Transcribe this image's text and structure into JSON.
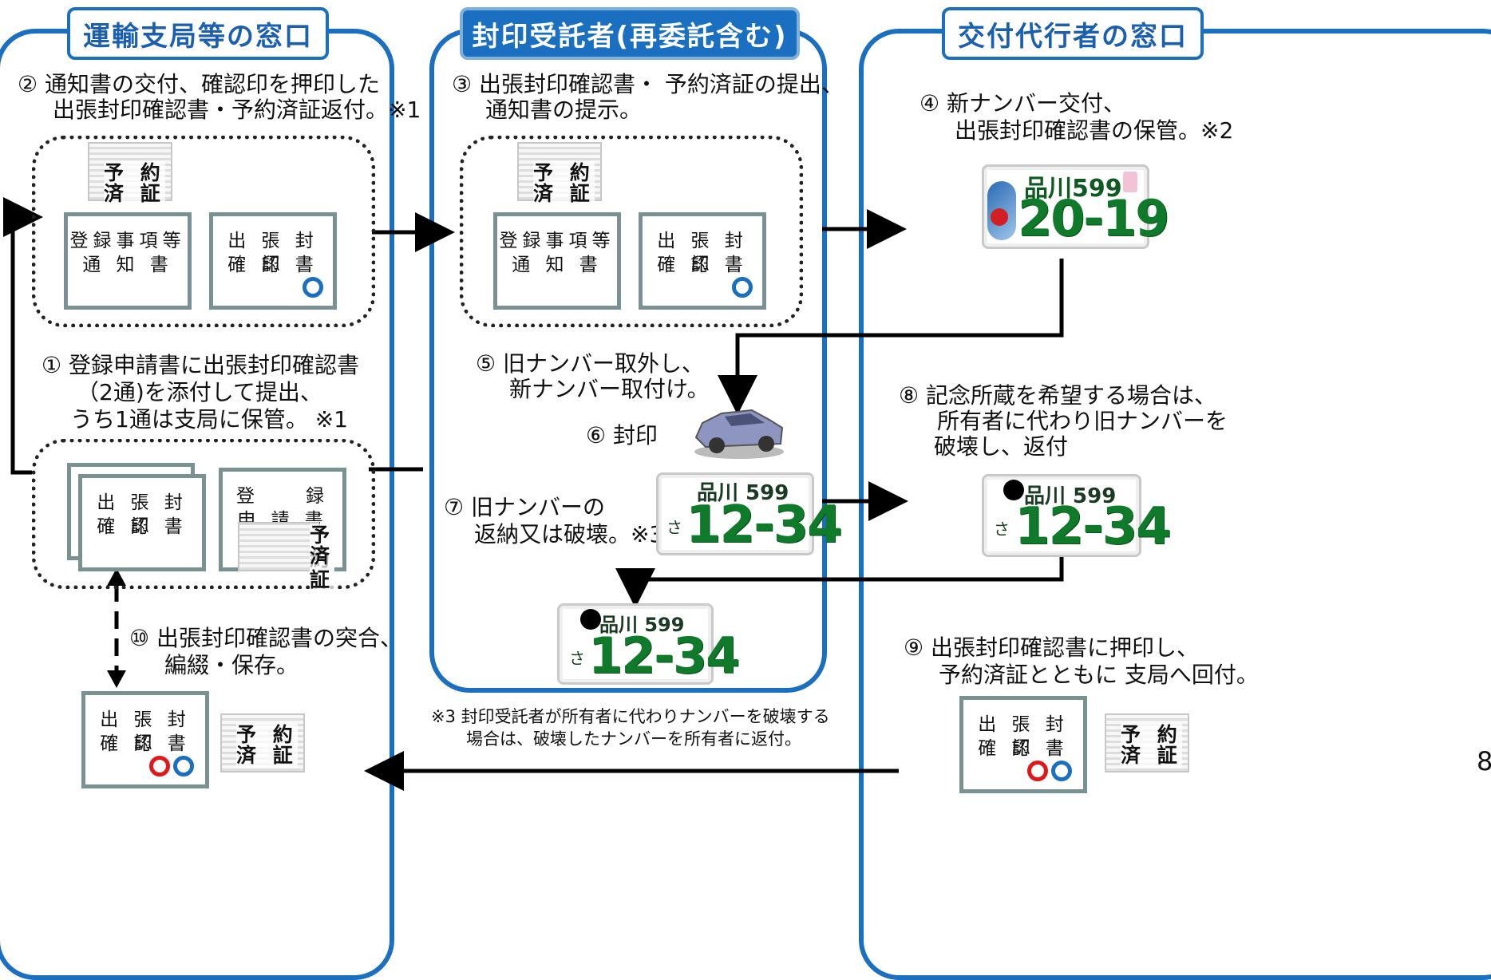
{
  "panels": {
    "left": {
      "title": "運輸支局等の窓口"
    },
    "center": {
      "title": "封印受託者(再委託含む)"
    },
    "right": {
      "title": "交付代行者の窓口"
    }
  },
  "steps": {
    "s2": [
      "② 通知書の交付、確認印を押印した",
      "出張封印確認書・予約済証返付。※1"
    ],
    "s1": [
      "① 登録申請書に出張封印確認書",
      "（2通)を添付して提出、",
      "うち1通は支局に保管。 ※1"
    ],
    "s10": [
      "⑩ 出張封印確認書の突合、",
      "編綴・保存。"
    ],
    "s3": [
      "③ 出張封印確認書・ 予約済証の提出、",
      "通知書の提示。"
    ],
    "s5": [
      "⑤ 旧ナンバー取外し、",
      "新ナンバー取付け。"
    ],
    "s6": "⑥ 封印",
    "s7": [
      "⑦ 旧ナンバーの",
      "返納又は破壊。※3"
    ],
    "s4": [
      "④ 新ナンバー交付、",
      "出張封印確認書の保管。※2"
    ],
    "s8": [
      "⑧ 記念所蔵を希望する場合は、",
      "所有者に代わり旧ナンバーを",
      "破壊し、返付"
    ],
    "s9": [
      "⑨ 出張封印確認書に押印し、",
      "予約済証とともに 支局へ回付。"
    ]
  },
  "note3": [
    "※3 封印受託者が所有者に代わりナンバーを破壊する",
    "場合は、破壊したナンバーを所有者に返付。"
  ],
  "docs": {
    "registration_notice": [
      "登録事項等",
      "通 知 書"
    ],
    "seal_confirmation": [
      "出 張 封 印",
      "確 認 書"
    ],
    "application": [
      "登　　録",
      "申 請 書"
    ],
    "reservation": [
      "予 約",
      "済 証"
    ]
  },
  "plates": {
    "new": {
      "region": "品川599",
      "number": "20-19"
    },
    "old": {
      "region": "品川 599",
      "kana": "さ",
      "number": "12-34"
    }
  },
  "page_number": "8",
  "colors": {
    "blue": "#1a6fc1",
    "red": "#e01818",
    "plate_green": "#0f7a2a"
  }
}
